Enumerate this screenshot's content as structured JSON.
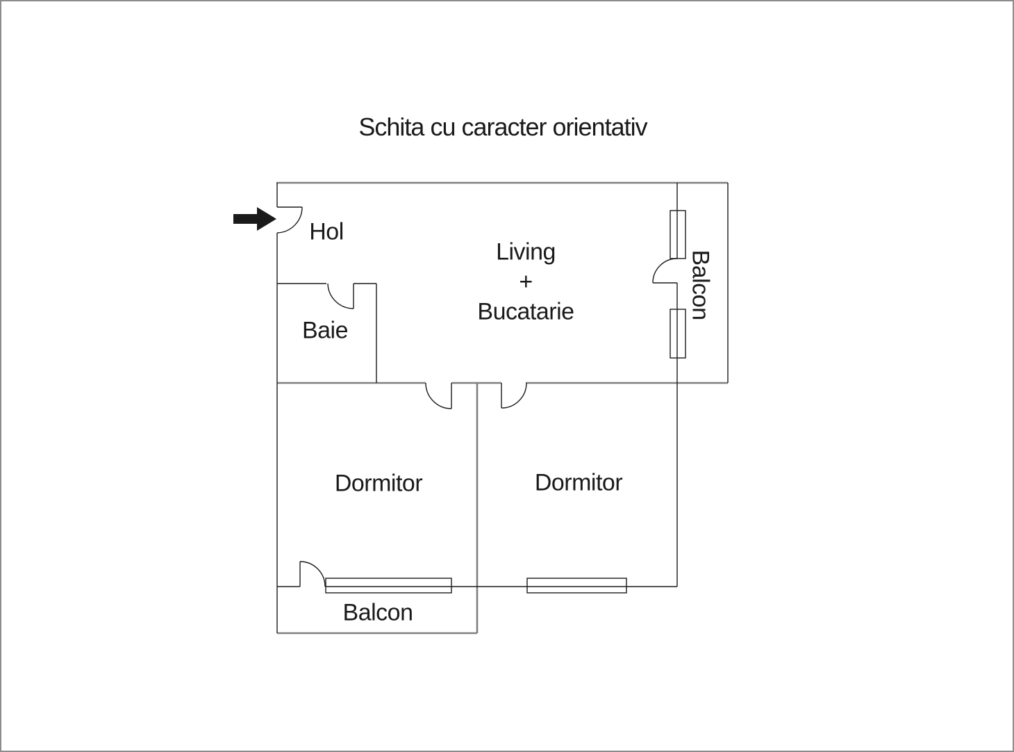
{
  "title": "Schita cu caracter orientativ",
  "labels": {
    "hol": "Hol",
    "baie": "Baie",
    "living_line1": "Living",
    "living_line2": "+",
    "living_line3": "Bucatarie",
    "balcon_right": "Balcon",
    "dormitor_left": "Dormitor",
    "dormitor_right": "Dormitor",
    "balcon_bottom": "Balcon"
  },
  "icons": {
    "entrance_arrow": "entrance-arrow"
  },
  "colors": {
    "wall_thin": "#1a1a1a",
    "wall_thick": "#7f7f7f",
    "text": "#1a1a1a",
    "page_border": "#8c8c8c",
    "background": "#ffffff"
  }
}
